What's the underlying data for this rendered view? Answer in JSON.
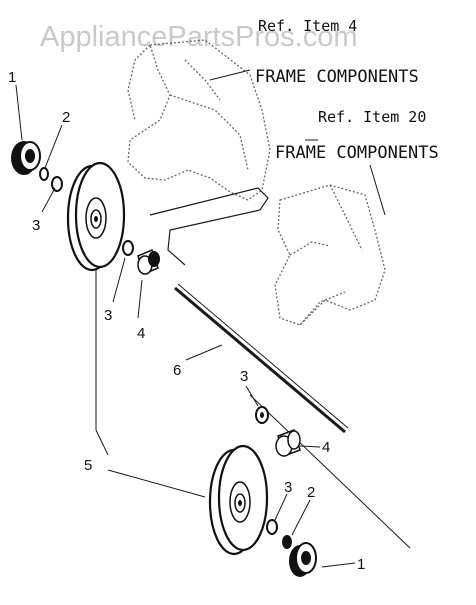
{
  "watermark": "AppliancePartsPros.com",
  "callouts": {
    "ref_item_4": "Ref. Item 4",
    "frame_components_1": "FRAME COMPONENTS",
    "ref_item_20": "Ref. Item 20",
    "frame_components_2": "FRAME COMPONENTS"
  },
  "part_labels": {
    "top_cap": "1",
    "top_washer_small": "2",
    "top_washer": "3",
    "top_spacer_washer": "3",
    "top_bushing": "4",
    "axle": "6",
    "lower_wheel": "5",
    "lower_washer_left": "3",
    "lower_bushing": "4",
    "lower_washer_right": "3",
    "lower_washer_small": "2",
    "lower_cap": "1"
  },
  "colors": {
    "line": "#1a1a1a",
    "sketch": "#555555",
    "watermark": "#c9c9c9"
  }
}
